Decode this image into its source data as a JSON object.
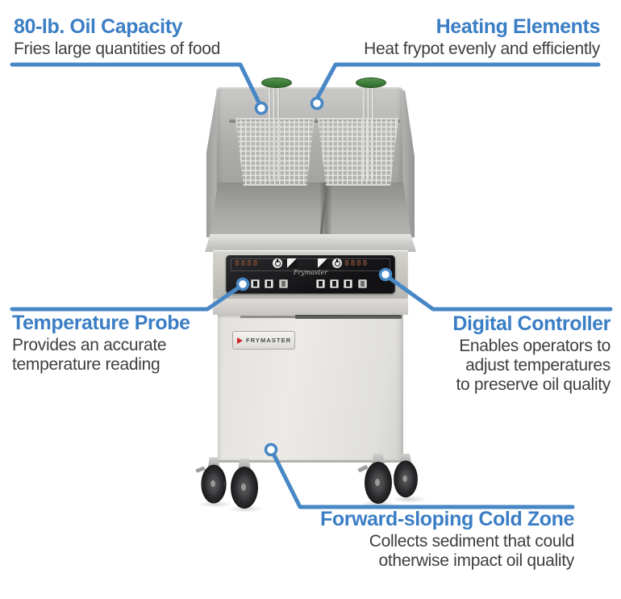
{
  "callouts": {
    "oil": {
      "title": "80-lb. Oil Capacity",
      "lines": [
        "Fries large quantities of food"
      ]
    },
    "heating": {
      "title": "Heating Elements",
      "lines": [
        "Heat frypot evenly and efficiently"
      ]
    },
    "probe": {
      "title": "Temperature Probe",
      "lines": [
        "Provides an accurate",
        "temperature reading"
      ]
    },
    "controller": {
      "title": "Digital Controller",
      "lines": [
        "Enables operators to",
        "adjust temperatures",
        "to preserve oil quality"
      ]
    },
    "coldzone": {
      "title": "Forward-sloping Cold Zone",
      "lines": [
        "Collects sediment that could",
        "otherwise impact oil quality"
      ]
    }
  },
  "fryer": {
    "door_badge": "FRYMASTER",
    "panel_brand": "Frymaster",
    "display_left": "8888",
    "display_right": "8888"
  },
  "colors": {
    "accent_blue_line": "#4787C6",
    "heading_blue": "#3B7EC5",
    "body_text": "#3F3E3E",
    "basket_handle_green": "#3F7C3B",
    "logo_red": "#C8242B"
  }
}
